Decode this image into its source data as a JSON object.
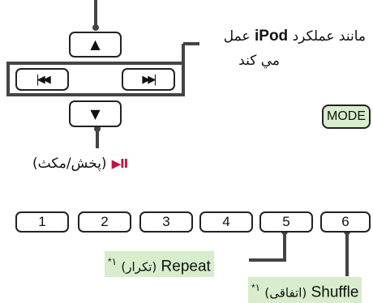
{
  "ipod_note": {
    "line1_part1": "مانند عملکرد",
    "brand": "iPod",
    "line1_part2": "عمل",
    "line2": "مي كند"
  },
  "mode_label": "MODE",
  "nav": {
    "up_icon": "▲",
    "down_icon": "▼",
    "prev_icon": "|◀◀",
    "next_icon": "▶▶|"
  },
  "play_pause": {
    "icon": "▶II",
    "text": "(پخش/مكث)"
  },
  "presets": [
    "1",
    "2",
    "3",
    "4",
    "5",
    "6"
  ],
  "repeat": {
    "en": "Repeat",
    "fa": "(تكرار)",
    "note": "*۱"
  },
  "shuffle": {
    "en": "Shuffle",
    "fa": "(اتفاقی)",
    "note": "*۱"
  },
  "colors": {
    "highlight": "#d7edcb",
    "play_icon": "#c0143c",
    "line": "#444"
  }
}
